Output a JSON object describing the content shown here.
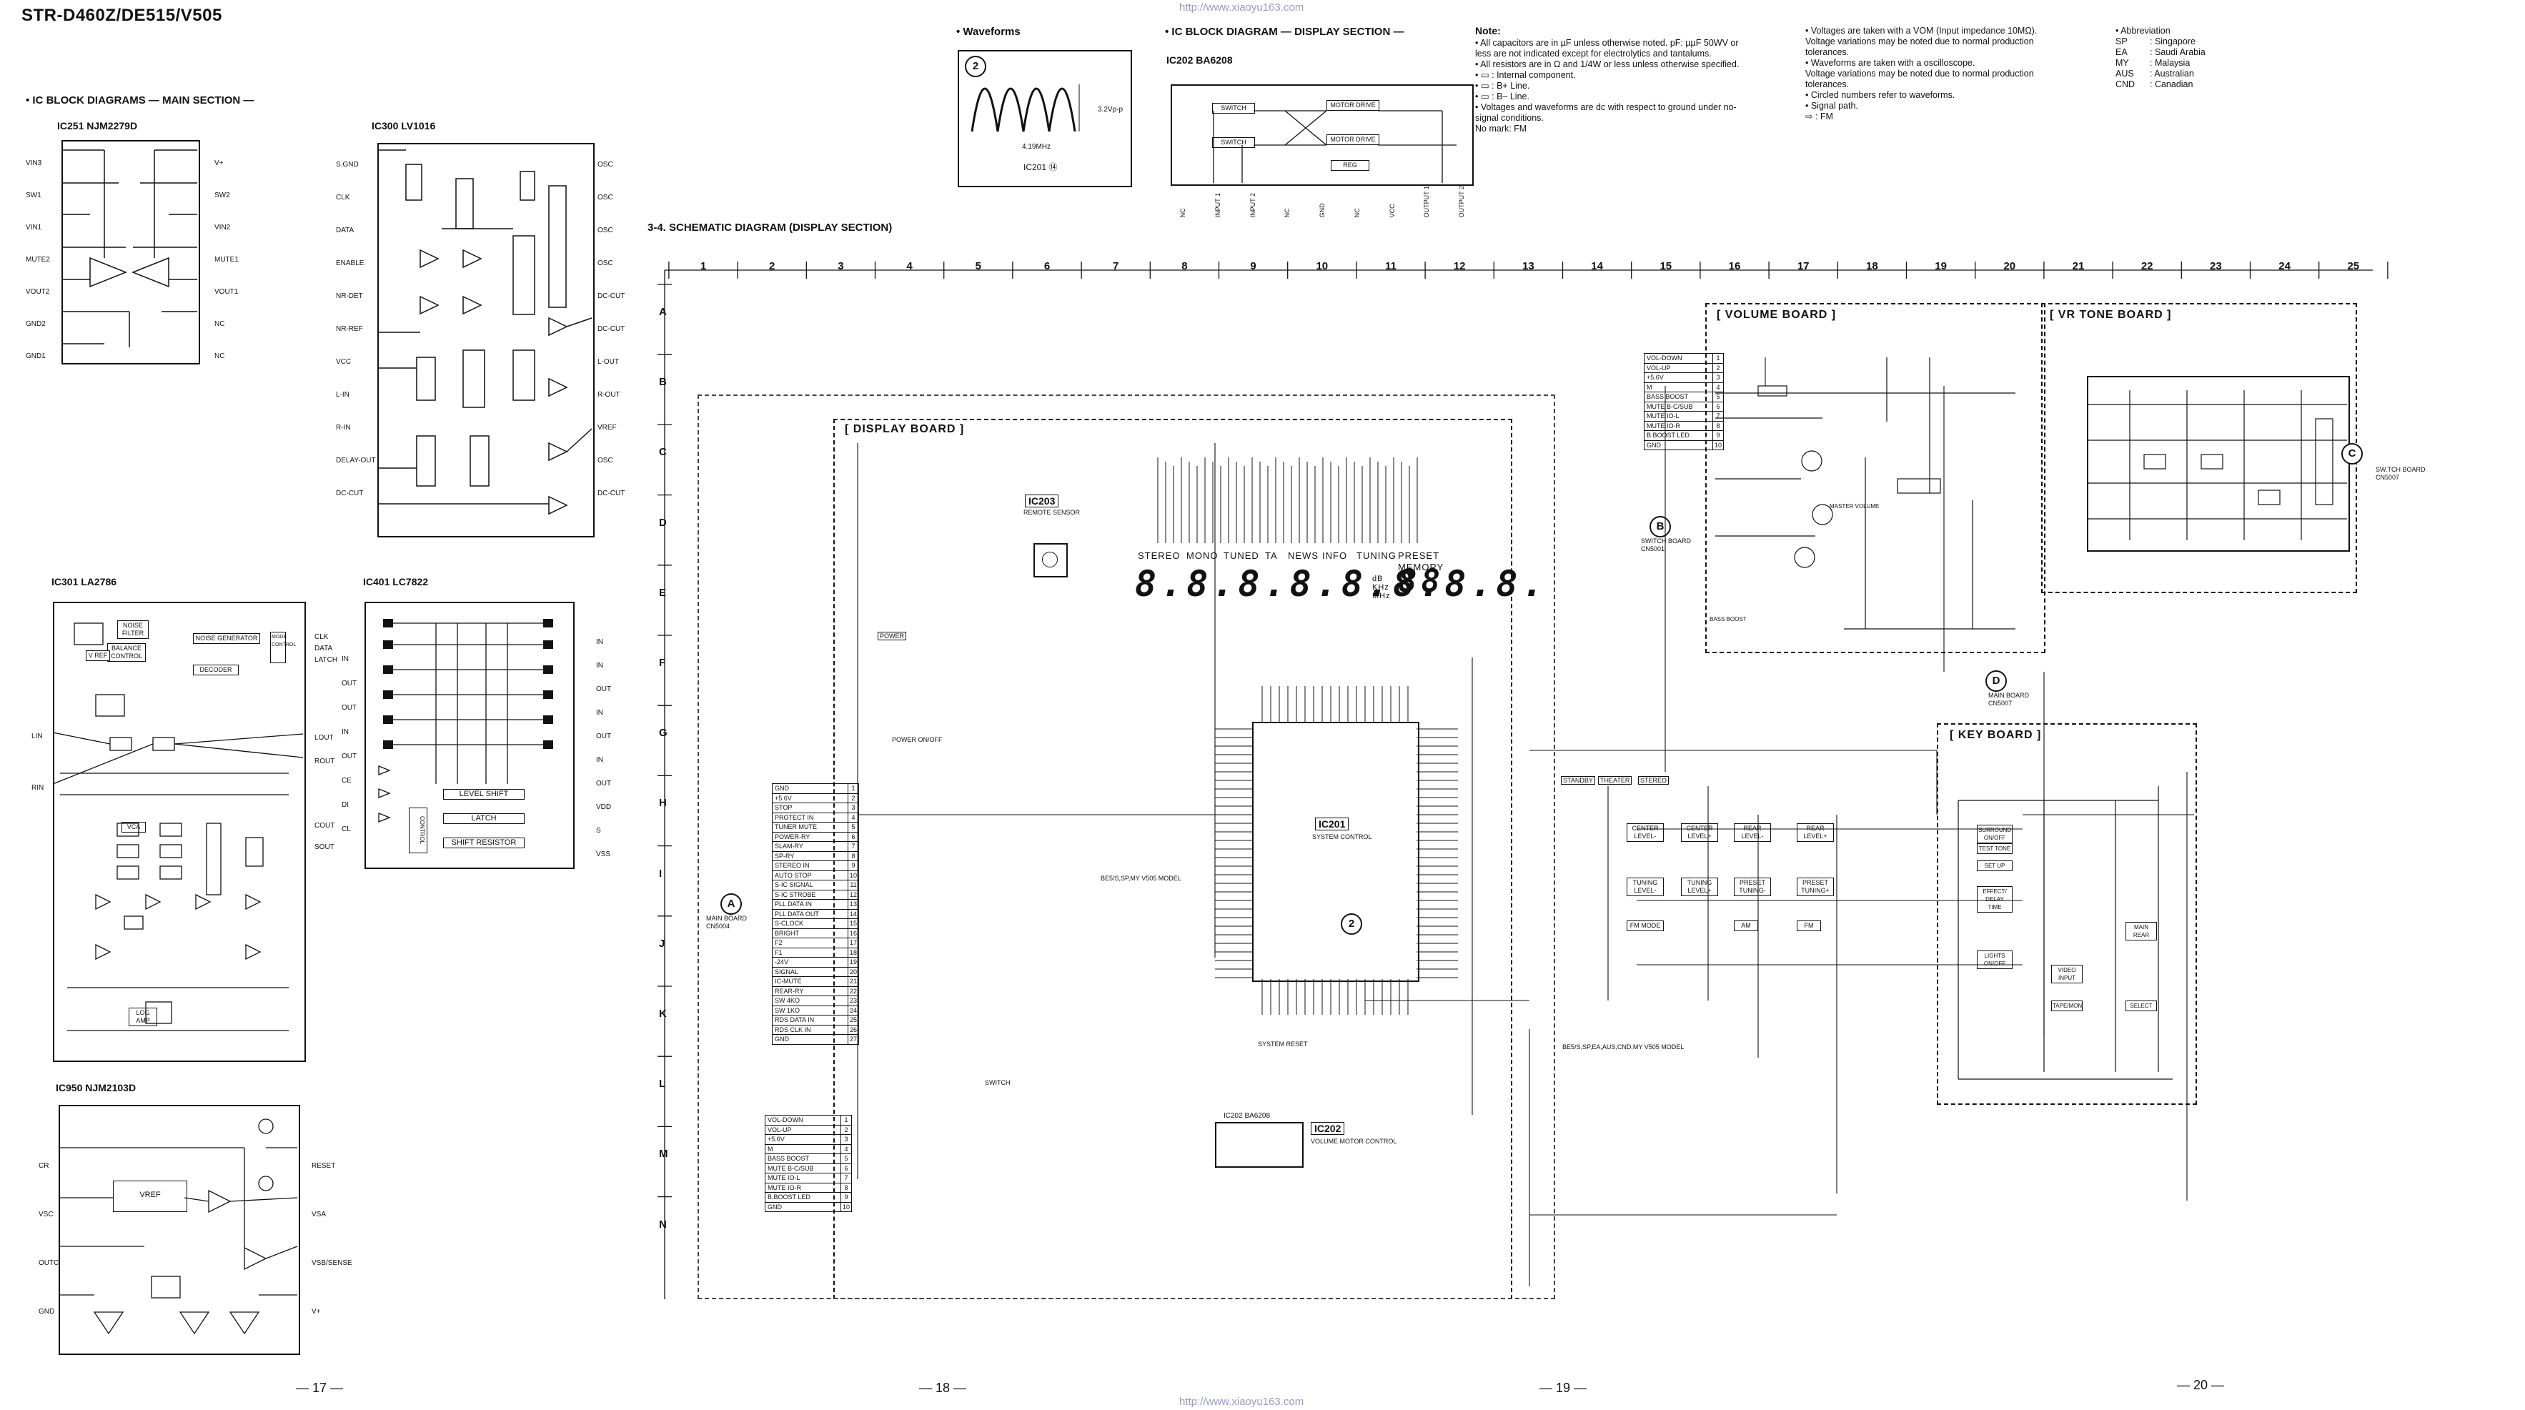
{
  "document": {
    "title": "STR-D460Z/DE515/V505",
    "url": "http://www.xiaoyu163.com",
    "pages": [
      "— 17 —",
      "— 18 —",
      "— 19 —",
      "— 20 —"
    ]
  },
  "main_section": {
    "heading": "• IC BLOCK DIAGRAMS — MAIN SECTION —",
    "ics": [
      {
        "name": "IC251 NJM2279D",
        "pins_left": [
          "VIN3",
          "SW1",
          "VIN1",
          "MUTE2",
          "VOUT2",
          "GND2",
          "GND1"
        ],
        "pins_right": [
          "V+",
          "SW2",
          "VIN2",
          "MUTE1",
          "VOUT1",
          "NC",
          "NC"
        ]
      },
      {
        "name": "IC300 LV1016",
        "pins_left": [
          "S.GND",
          "CLK",
          "DATA",
          "ENABLE",
          "NR-DET",
          "NR-REF",
          "VCC",
          "L-IN",
          "R-IN",
          "DELAY-OUT",
          "DC-CUT"
        ],
        "pins_right": [
          "OSC",
          "OSC",
          "OSC",
          "OSC",
          "DC-CUT",
          "DC-CUT",
          "L-OUT",
          "R-OUT",
          "VREF",
          "OSC",
          "DC-CUT"
        ]
      },
      {
        "name": "IC301 LA2786",
        "pins_left": [
          "LIN",
          "RIN"
        ],
        "pins_right": [
          "CLK",
          "DATA",
          "LATCH",
          "LOUT",
          "ROUT",
          "COUT",
          "SOUT"
        ],
        "labels": [
          "NOISE GENERATOR",
          "BALANCE CONTROL",
          "DECODER",
          "MODE CONTROL",
          "V REF",
          "NOISE FILTER",
          "VCA",
          "LOG AMP"
        ]
      },
      {
        "name": "IC401 LC7822",
        "pins_left": [
          "IN",
          "OUT",
          "OUT",
          "IN",
          "OUT",
          "CE",
          "DI",
          "CL"
        ],
        "pins_right": [
          "IN",
          "IN",
          "OUT",
          "IN",
          "OUT",
          "IN",
          "OUT",
          "VDD",
          "S",
          "VSS"
        ],
        "blocks": [
          "LEVEL SHIFT",
          "LATCH",
          "SHIFT RESISTOR",
          "CONTROL"
        ]
      },
      {
        "name": "IC950 NJM2103D",
        "pins_left": [
          "CR",
          "VSC",
          "OUTC",
          "GND"
        ],
        "pins_right": [
          "RESET",
          "VSA",
          "VSB/SENSE",
          "V+"
        ],
        "blocks": [
          "VREF"
        ]
      }
    ]
  },
  "waveforms": {
    "heading": "• Waveforms",
    "number": "2",
    "amplitude": "3.2Vp-p",
    "period": "4.19MHz",
    "ic_ref": "IC201 ⑭"
  },
  "display_ic": {
    "heading": "• IC BLOCK DIAGRAM — DISPLAY SECTION —",
    "name": "IC202 BA6208",
    "blocks": [
      "SWITCH",
      "SWITCH",
      "MOTOR DRIVE",
      "MOTOR DRIVE",
      "REG"
    ],
    "pins": [
      "NC",
      "INPUT 1",
      "INPUT 2",
      "NC",
      "GND",
      "NC",
      "VCC",
      "OUTPUT 1",
      "OUTPUT 2"
    ]
  },
  "notes": {
    "title": "Note:",
    "lines": [
      "• All capacitors are in µF unless otherwise noted. pF: µµF 50WV or",
      "  less are not indicated except for electrolytics and tantalums.",
      "• All resistors are in Ω and 1/4W or less unless otherwise specified.",
      "• ▭ : Internal component.",
      "• ▭ : B+ Line.",
      "• ▭ : B– Line.",
      "• Voltages and waveforms are dc with respect to ground under no-",
      "  signal conditions.",
      "  No mark: FM"
    ],
    "lines2": [
      "• Voltages are taken with a VOM (Input impedance 10MΩ).",
      "  Voltage variations may be noted due to normal production",
      "  tolerances.",
      "• Waveforms are taken with a oscilloscope.",
      "  Voltage variations may be noted due to normal production",
      "  tolerances.",
      "• Circled numbers refer to waveforms.",
      "• Signal path.",
      "  ⇨ : FM"
    ]
  },
  "abbreviation": {
    "title": "• Abbreviation",
    "items": [
      {
        "code": "SP",
        "name": ": Singapore"
      },
      {
        "code": "EA",
        "name": ": Saudi Arabia"
      },
      {
        "code": "MY",
        "name": ": Malaysia"
      },
      {
        "code": "AUS",
        "name": ": Australian"
      },
      {
        "code": "CND",
        "name": ": Canadian"
      }
    ]
  },
  "schematic": {
    "heading": "3-4.   SCHEMATIC DIAGRAM (DISPLAY SECTION)",
    "columns": [
      "1",
      "2",
      "3",
      "4",
      "5",
      "6",
      "7",
      "8",
      "9",
      "10",
      "11",
      "12",
      "13",
      "14",
      "15",
      "16",
      "17",
      "18",
      "19",
      "20",
      "21",
      "22",
      "23",
      "24",
      "25"
    ],
    "rows": [
      "A",
      "B",
      "C",
      "D",
      "E",
      "F",
      "G",
      "H",
      "I",
      "J",
      "K",
      "L",
      "M",
      "N"
    ],
    "boards": {
      "display": "[ DISPLAY BOARD ]",
      "volume": "[ VOLUME BOARD ]",
      "vr_tone": "[ VR TONE BOARD ]",
      "key": "[ KEY BOARD ]"
    },
    "ics": {
      "ic203": "IC203",
      "ic203_desc": "REMOTE SENSOR",
      "ic201": "IC201",
      "ic201_desc": "SYSTEM CONTROL",
      "ic202": "IC202",
      "ic202_desc": "VOLUME MOTOR CONTROL",
      "ic202_chip": "IC202 BA6208"
    },
    "fl_display": {
      "indicators": [
        "STEREO",
        "MONO",
        "TUNED",
        "TA",
        "NEWS",
        "INFO",
        "TUNING",
        "PRESET",
        "MEMORY"
      ],
      "digits": "8.8.8.8.8.8.8.8.",
      "units": [
        "dB",
        "KHz",
        "MHz"
      ],
      "small_digits": "88"
    },
    "connectors": {
      "A": {
        "label": "A",
        "desc": [
          "MAIN BOARD",
          "CN5004"
        ]
      },
      "B": {
        "label": "B",
        "desc": [
          "SWITCH BOARD",
          "CN5001"
        ]
      },
      "C": {
        "label": "C",
        "desc": [
          "SW.TCH BOARD",
          "CN5007"
        ]
      },
      "D": {
        "label": "D",
        "desc": [
          "MAIN BOARD",
          "CN5007"
        ]
      }
    },
    "cn_main_pins": [
      "GND",
      "+5.6V",
      "STOP",
      "PROTECT IN",
      "TUNER MUTE",
      "POWER-RY",
      "SLAM-RY",
      "SP-RY",
      "STEREO IN",
      "AUTO STOP",
      "S-IC SIGNAL",
      "S-IC STROBE",
      "PLL DATA IN",
      "PLL DATA OUT",
      "S-CLOCK",
      "BRIGHT",
      "F2",
      "F1",
      "-24V",
      "SIGNAL",
      "IC-MUTE",
      "REAR-RY",
      "SW 4KO",
      "SW 1KO",
      "RDS DATA IN",
      "RDS CLK IN",
      "GND"
    ],
    "cn_volume_pins": [
      "VOL-DOWN",
      "VOL-UP",
      "+5.6V",
      "M",
      "BASS BOOST",
      "MUTE B-C/SUB",
      "MUTE IO-L",
      "MUTE IO-R",
      "B.BOOST LED",
      "GND"
    ],
    "switch_labels": [
      "POWER ON/OFF",
      "POWER"
    ],
    "key_labels": [
      "CENTER LEVEL-",
      "CENTER LEVEL+",
      "REAR LEVEL-",
      "REAR LEVEL+",
      "TUNING LEVEL-",
      "TUNING LEVEL+",
      "PRESET TUNING-",
      "PRESET TUNING+",
      "FM MODE",
      "AM",
      "FM"
    ],
    "key_board_labels": [
      "SURROUND ON/OFF",
      "TEST TONE",
      "SET UP",
      "EFFECT/ DELAY TIME",
      "LIGHTS ON/OFF",
      "VIDEO INPUT",
      "TAPE/MON",
      "MAIN REAR",
      "SELECT"
    ],
    "model_notes": [
      "BE5/S,SP,MY V505 MODEL",
      "BE5/S,SP,EA,AUS,CND,MY V505 MODEL"
    ],
    "misc": [
      "STANDBY",
      "THEATER",
      "STEREO",
      "SYSTEM RESET",
      "SWITCH",
      "REMOTE SENSOR",
      "MASTER VOLUME",
      "BASS BOOST"
    ]
  }
}
